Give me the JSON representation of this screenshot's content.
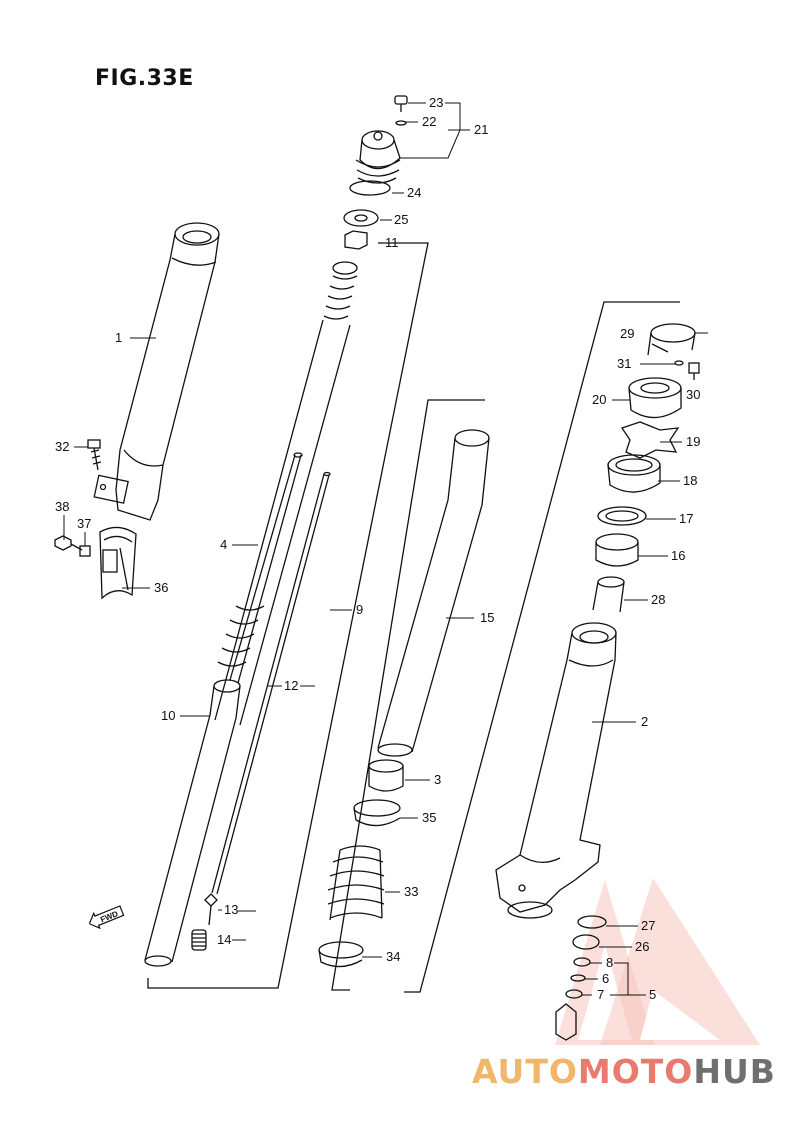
{
  "figure": {
    "title": "FIG.33E"
  },
  "fwd_label": "FWD",
  "callouts": {
    "c1": "1",
    "c2": "2",
    "c3": "3",
    "c4": "4",
    "c5": "5",
    "c6": "6",
    "c7": "7",
    "c8": "8",
    "c9": "9",
    "c10": "10",
    "c11": "11",
    "c12": "12",
    "c13": "13",
    "c14": "14",
    "c15": "15",
    "c16": "16",
    "c17": "17",
    "c18": "18",
    "c19": "19",
    "c20": "20",
    "c21": "21",
    "c22": "22",
    "c23": "23",
    "c24": "24",
    "c25": "25",
    "c26": "26",
    "c27": "27",
    "c28": "28",
    "c29": "29",
    "c30": "30",
    "c31": "31",
    "c32": "32",
    "c33": "33",
    "c34": "34",
    "c35": "35",
    "c36": "36",
    "c37": "37",
    "c38": "38"
  },
  "watermark": {
    "part1": "AUTO",
    "part2": "MOTO",
    "part3": "HUB"
  },
  "colors": {
    "line": "#111111",
    "watermark_orange": "#f0b66a",
    "watermark_red": "#e87a6e",
    "watermark_gray": "#6f6f6f"
  }
}
